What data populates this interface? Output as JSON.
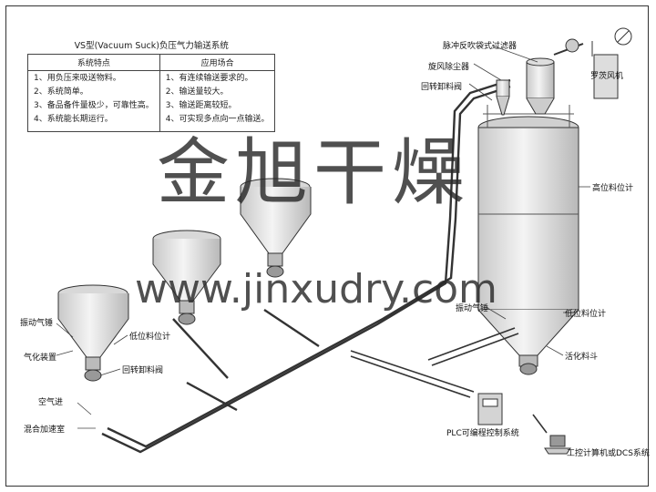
{
  "table": {
    "title": "VS型(Vacuum Suck)负压气力输送系统",
    "col1_header": "系统特点",
    "col2_header": "应用场合",
    "features": [
      "1、用负压来吸送物料。",
      "2、系统简单。",
      "3、备品备件量极少，可靠性高。",
      "4、系统能长期运行。"
    ],
    "applications": [
      "1、有连续输送要求的。",
      "2、输送量较大。",
      "3、输送距离较短。",
      "4、可实现多点向一点输送。"
    ]
  },
  "labels": {
    "pulse_filter": "脉冲反吹袋式过滤器",
    "cyclone": "旋风除尘器",
    "rotary_valve_top": "回转卸料阀",
    "roots_blower": "罗茨风机",
    "high_level": "高位料位计",
    "vibrator_left": "振动气锤",
    "aeration": "气化装置",
    "low_level_left": "低位料位计",
    "rotary_valve_left": "回转卸料阀",
    "air_inlet": "空气进",
    "mix_chamber": "混合加速室",
    "vibrator_right": "振动气锤",
    "low_level_right": "低位料位计",
    "activation_hopper": "活化料斗",
    "plc": "PLC可编程控制系统",
    "ipc": "工控计算机或DCS系统"
  },
  "brand": {
    "name": "金旭干燥",
    "url": "www.jinxudry.com"
  },
  "colors": {
    "line": "#333333",
    "vessel": "#e6e6e6",
    "brand": "#2a2a2a"
  }
}
